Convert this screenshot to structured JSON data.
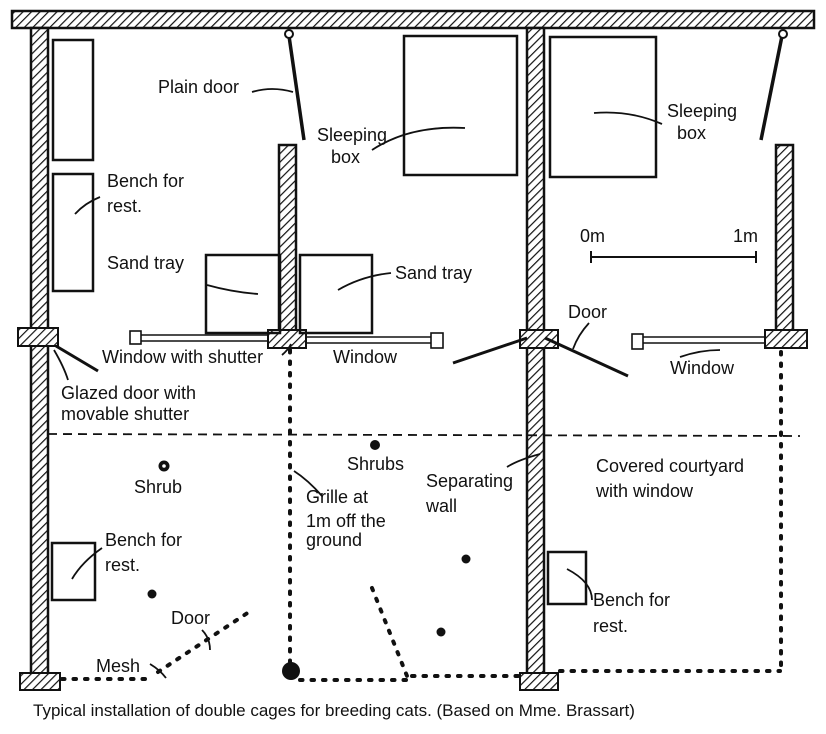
{
  "labels": {
    "plain_door": "Plain door",
    "sleeping_box_left": [
      "Sleeping",
      "box"
    ],
    "sleeping_box_right": [
      "Sleeping",
      "box"
    ],
    "bench_top": [
      "Bench for",
      "rest."
    ],
    "sand_tray_left": "Sand tray",
    "sand_tray_right": "Sand tray",
    "scale_0": "0m",
    "scale_1": "1m",
    "door_right": "Door",
    "window_with_shutter": "Window with shutter",
    "window_mid": "Window",
    "window_right": "Window",
    "glazed_door": [
      "Glazed door with",
      "movable shutter"
    ],
    "shrubs": "Shrubs",
    "shrub": "Shrub",
    "separating_wall": [
      "Separating",
      "wall"
    ],
    "covered_courtyard": [
      "Covered courtyard",
      "with window"
    ],
    "grille": [
      "Grille at",
      "1m off the",
      "ground"
    ],
    "bench_bottom_left": [
      "Bench for",
      "rest."
    ],
    "bench_bottom_right": [
      "Bench for",
      "rest."
    ],
    "door_bottom": "Door",
    "mesh": "Mesh"
  },
  "caption": "Typical installation of double cages for breeding cats. (Based on Mme. Brassart)"
}
